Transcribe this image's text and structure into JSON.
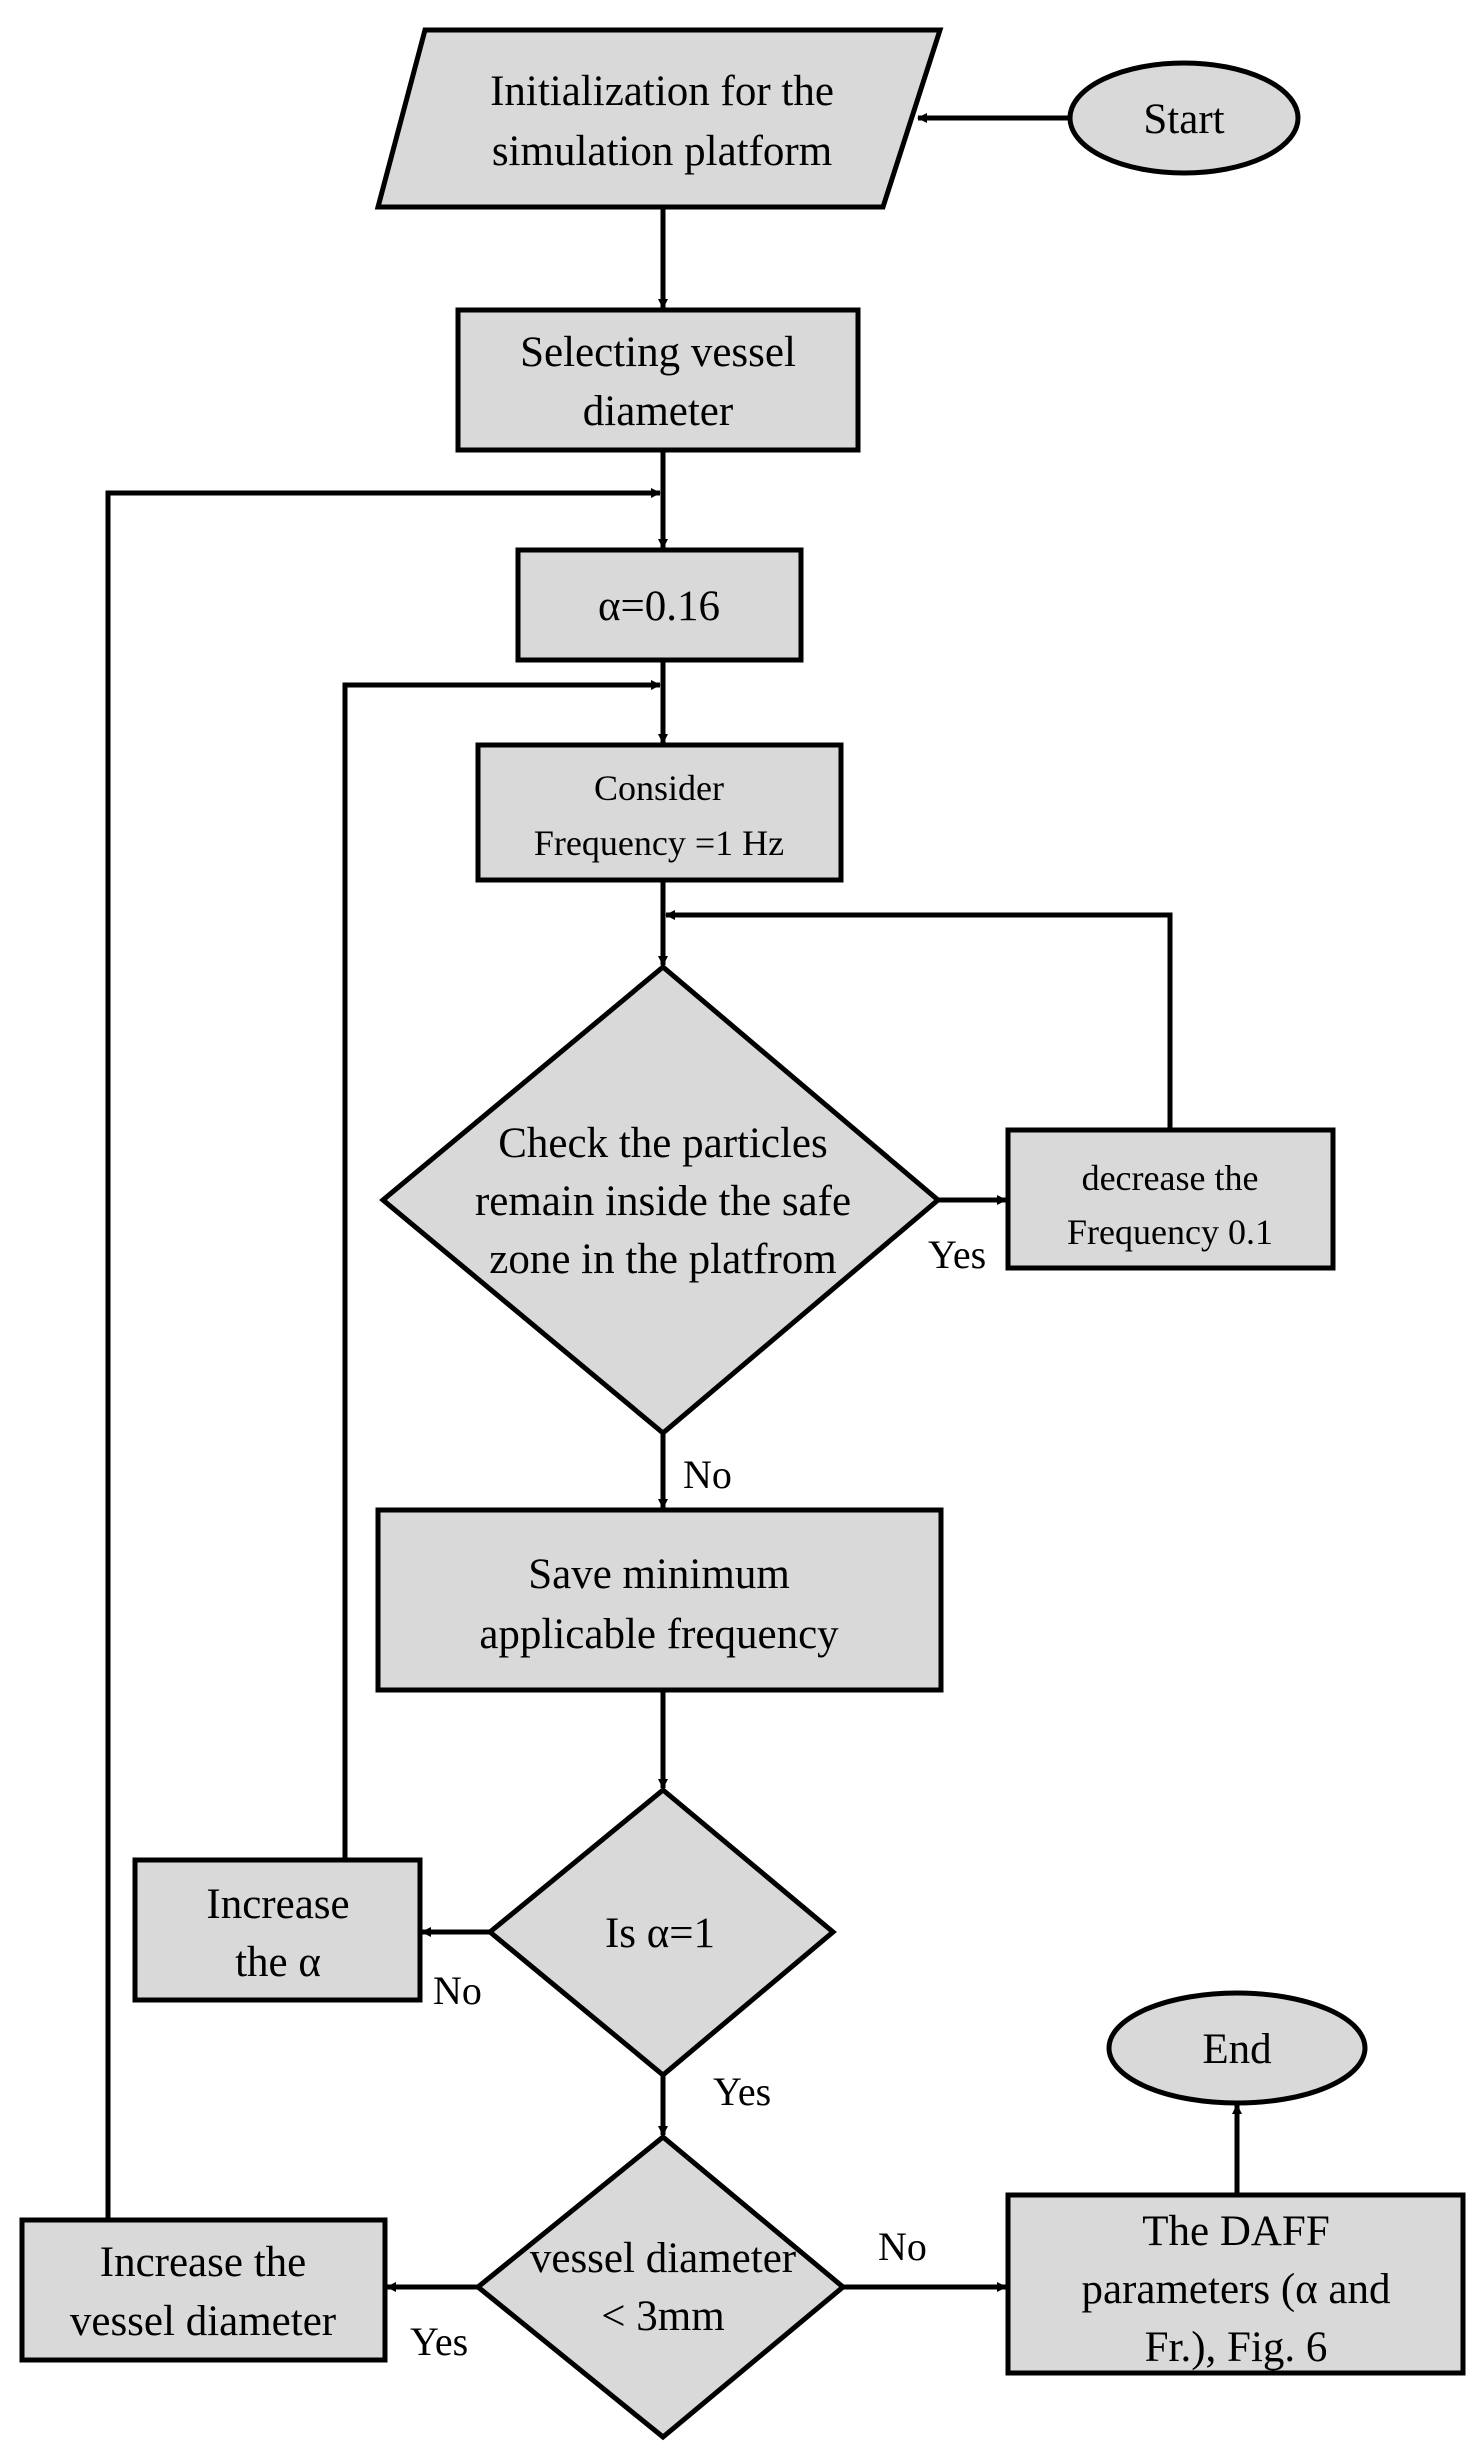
{
  "colors": {
    "node_fill": "#d9d9d9",
    "stroke": "#000000",
    "background": "#ffffff"
  },
  "nodes": {
    "start": "Start",
    "init": [
      "Initialization for the",
      "simulation platform"
    ],
    "select_diameter": [
      "Selecting vessel",
      "diameter"
    ],
    "alpha_init": "α=0.16",
    "consider_freq": [
      "Consider",
      "Frequency =1 Hz"
    ],
    "check_particles": [
      "Check the particles",
      "remain inside the safe",
      "zone in the platfrom"
    ],
    "decrease_freq": [
      "decrease the",
      "Frequency  0.1"
    ],
    "save_min": [
      "Save minimum",
      "applicable frequency"
    ],
    "is_alpha": "Is  α=1",
    "increase_alpha": [
      "Increase",
      "the α"
    ],
    "vessel_check": [
      "vessel diameter",
      "< 3mm"
    ],
    "increase_diameter": [
      "Increase the",
      "vessel diameter"
    ],
    "daff_params": [
      "The DAFF",
      "parameters (α and",
      "Fr.), Fig. 6"
    ],
    "end": "End"
  },
  "edge_labels": {
    "check_yes": "Yes",
    "check_no": "No",
    "alpha_no": "No",
    "alpha_yes": "Yes",
    "vessel_yes": "Yes",
    "vessel_no": "No"
  }
}
